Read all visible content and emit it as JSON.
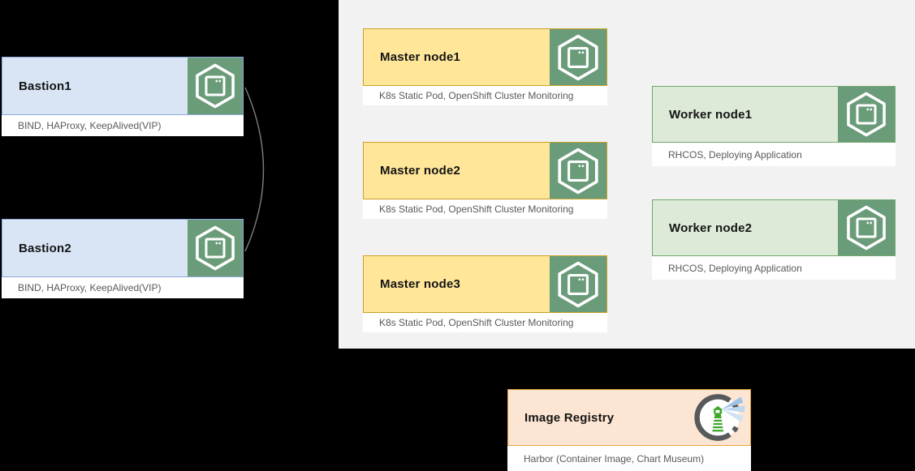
{
  "diagram": {
    "bastions": [
      {
        "title": "Bastion1",
        "sublabel": "BIND, HAProxy, KeepAlived(VIP)"
      },
      {
        "title": "Bastion2",
        "sublabel": "BIND, HAProxy, KeepAlived(VIP)"
      }
    ],
    "masters": [
      {
        "title": "Master node1",
        "sublabel": "K8s Static Pod, OpenShift Cluster Monitoring"
      },
      {
        "title": "Master node2",
        "sublabel": "K8s Static Pod, OpenShift Cluster Monitoring"
      },
      {
        "title": "Master node3",
        "sublabel": "K8s Static Pod, OpenShift Cluster Monitoring"
      }
    ],
    "workers": [
      {
        "title": "Worker node1",
        "sublabel": "RHCOS, Deploying Application"
      },
      {
        "title": "Worker node2",
        "sublabel": "RHCOS, Deploying Application"
      }
    ],
    "registry": {
      "title": "Image Registry",
      "sublabel": "Harbor (Container Image, Chart Museum)"
    }
  },
  "icons": {
    "node_icon": "hexagon-container-icon",
    "registry_icon": "harbor-lighthouse-icon"
  },
  "connector": {
    "description": "curved line linking Bastion1 and Bastion2 (VIP pair)"
  },
  "colors": {
    "background": "#000000",
    "panel": "#f2f2f2",
    "bastion_fill": "#d9e5f5",
    "bastion_border": "#8faadc",
    "master_fill": "#ffe699",
    "master_border": "#c9a227",
    "worker_fill": "#dcead7",
    "worker_border": "#70a96c",
    "registry_fill": "#fce5d2",
    "registry_border": "#e8a33d",
    "icon_block": "#6b9c7a",
    "sublabel_text": "#595959",
    "connector": "#7f7f7f"
  }
}
